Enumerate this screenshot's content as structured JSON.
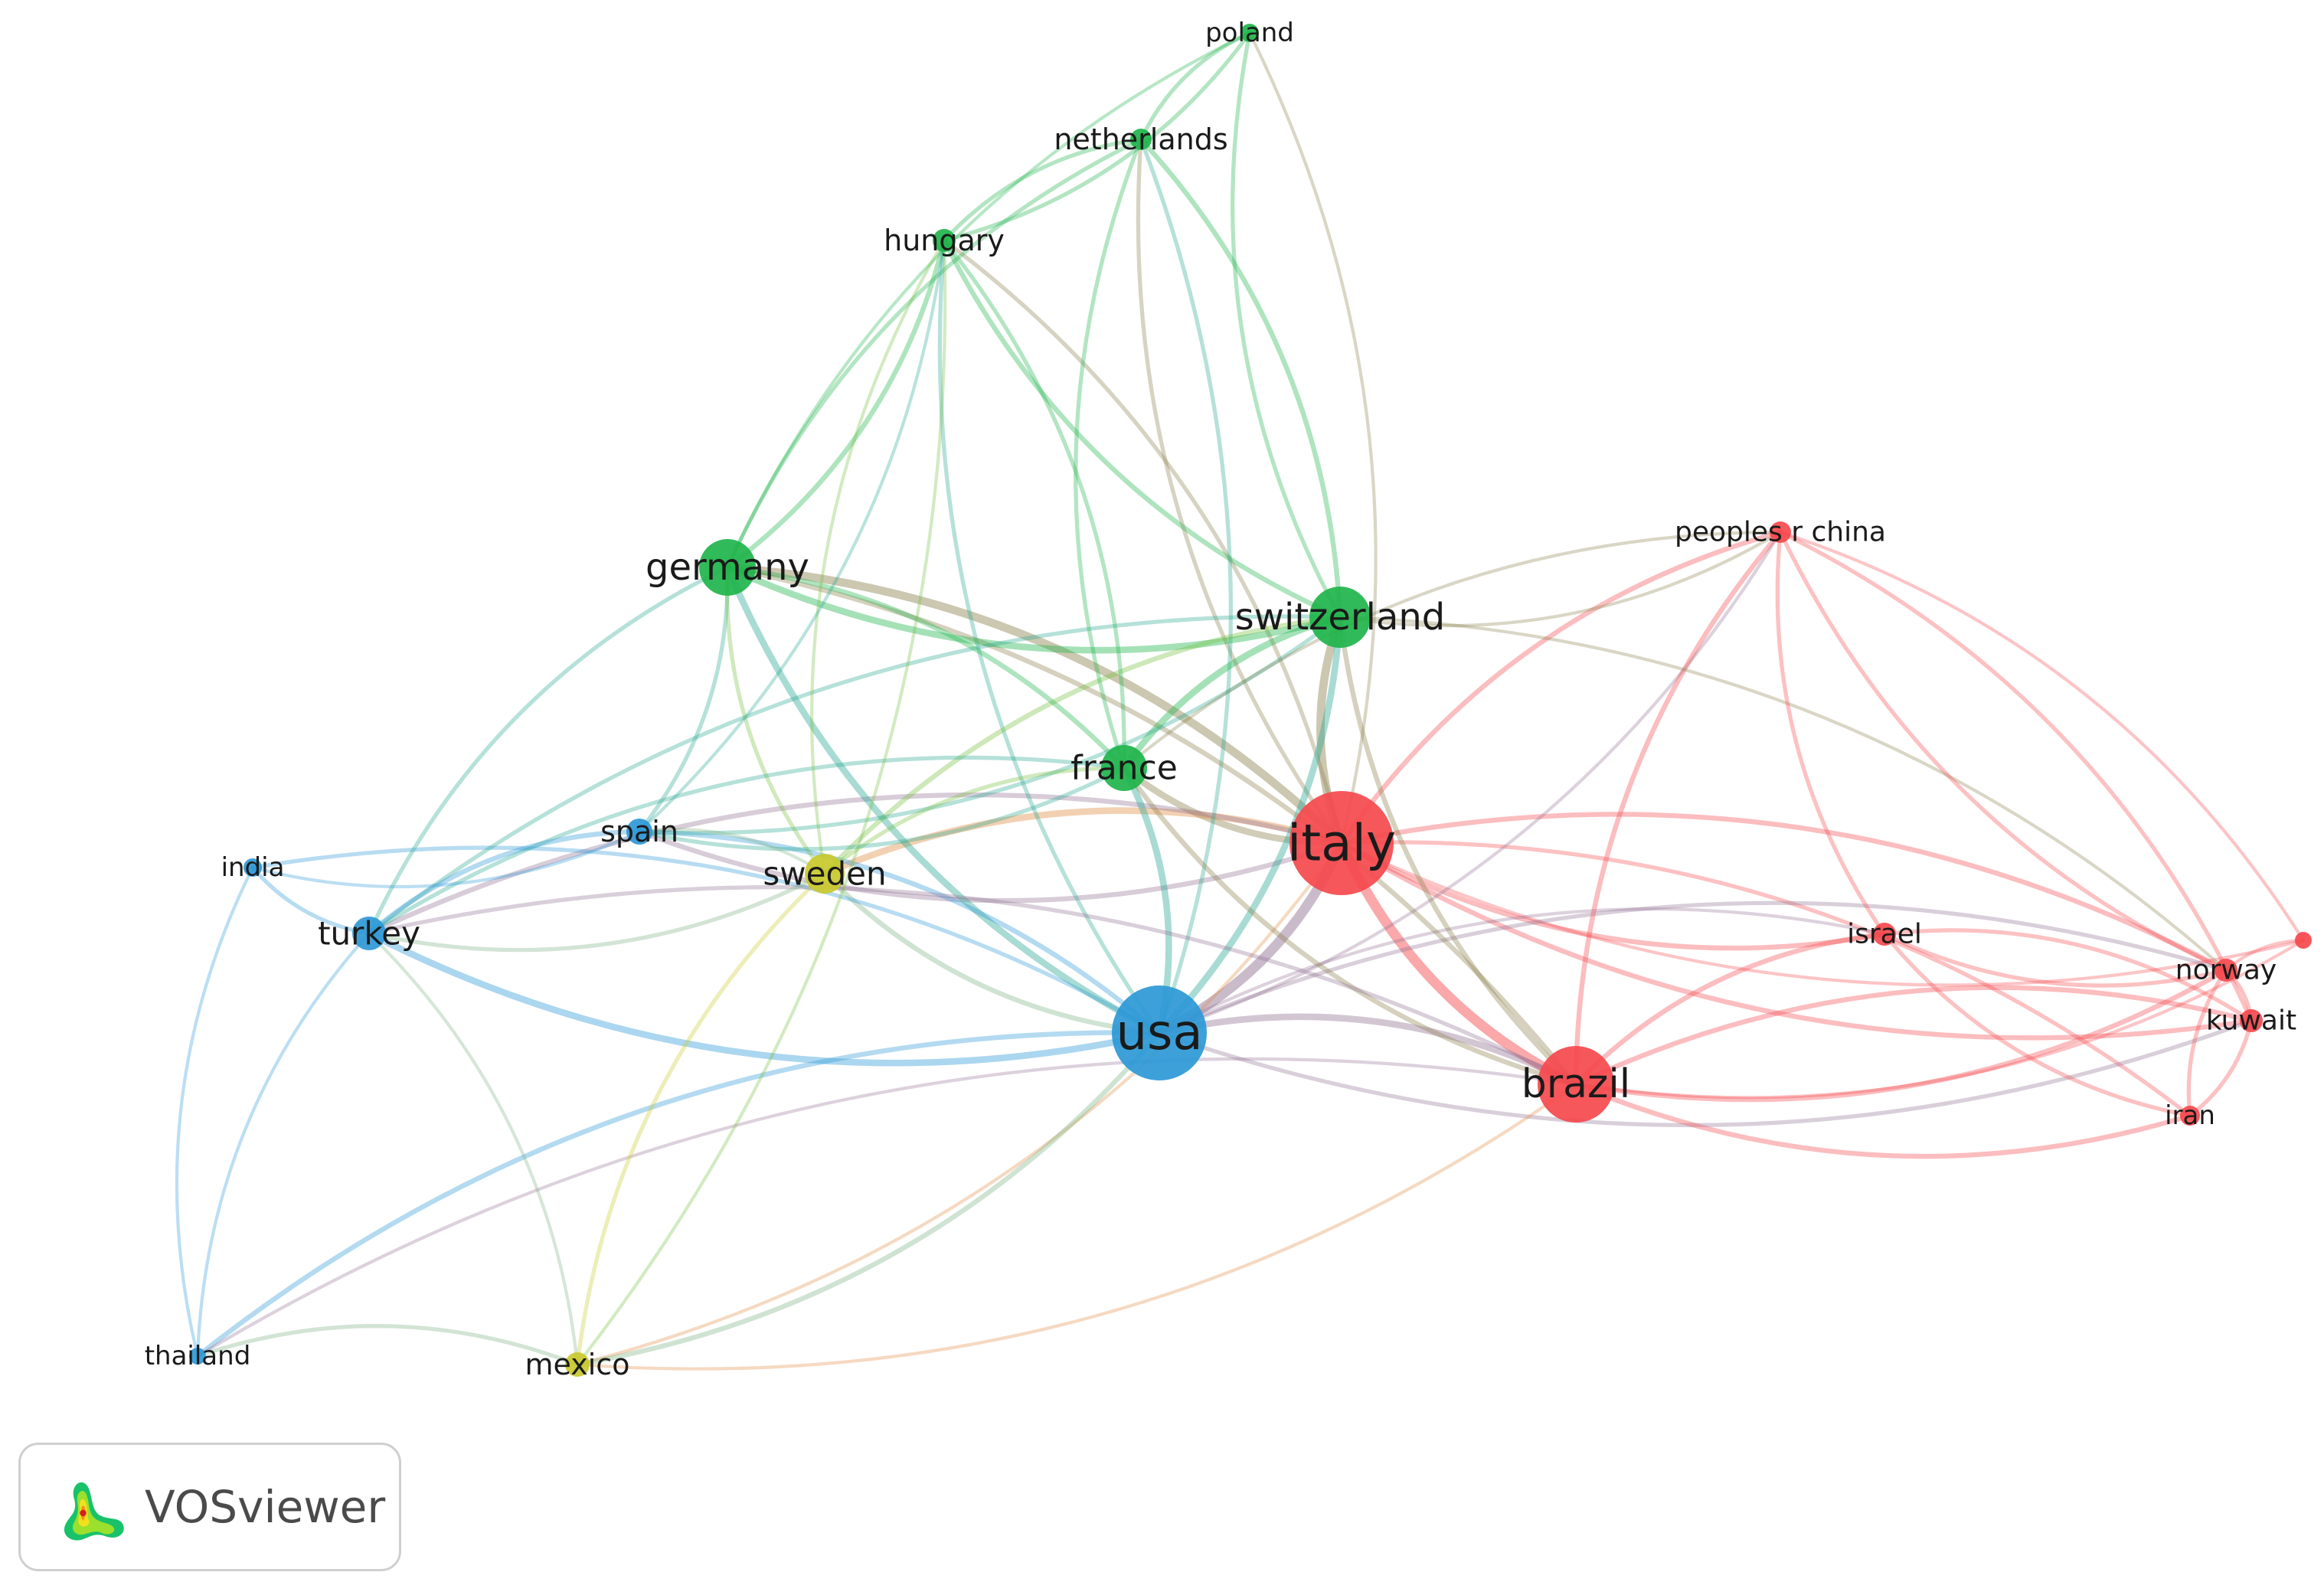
{
  "palette": {
    "red": "#f5494d",
    "green": "#1fb44b",
    "blue": "#2d98d6",
    "yellow": "#c9c92e"
  },
  "nodes": [
    {
      "id": "italy",
      "label": "italy",
      "cluster": "red",
      "weight": 10
    },
    {
      "id": "usa",
      "label": "usa",
      "cluster": "blue",
      "weight": 8
    },
    {
      "id": "brazil",
      "label": "brazil",
      "cluster": "red",
      "weight": 6
    },
    {
      "id": "switzerland",
      "label": "switzerland",
      "cluster": "green",
      "weight": 5
    },
    {
      "id": "germany",
      "label": "germany",
      "cluster": "green",
      "weight": 5
    },
    {
      "id": "france",
      "label": "france",
      "cluster": "green",
      "weight": 4
    },
    {
      "id": "sweden",
      "label": "sweden",
      "cluster": "yellow",
      "weight": 3.5
    },
    {
      "id": "spain",
      "label": "spain",
      "cluster": "blue",
      "weight": 3
    },
    {
      "id": "turkey",
      "label": "turkey",
      "cluster": "blue",
      "weight": 3.5
    },
    {
      "id": "india",
      "label": "india",
      "cluster": "blue",
      "weight": 2
    },
    {
      "id": "thailand",
      "label": "thailand",
      "cluster": "blue",
      "weight": 2
    },
    {
      "id": "mexico",
      "label": "mexico",
      "cluster": "yellow",
      "weight": 2.5
    },
    {
      "id": "hungary",
      "label": "hungary",
      "cluster": "green",
      "weight": 2.5
    },
    {
      "id": "netherlands",
      "label": "netherlands",
      "cluster": "green",
      "weight": 2.5
    },
    {
      "id": "poland",
      "label": "poland",
      "cluster": "green",
      "weight": 2
    },
    {
      "id": "peoples-r-china",
      "label": "peoples r china",
      "cluster": "red",
      "weight": 2.5
    },
    {
      "id": "israel",
      "label": "israel",
      "cluster": "red",
      "weight": 2.5
    },
    {
      "id": "norway",
      "label": "norway",
      "cluster": "red",
      "weight": 2.5
    },
    {
      "id": "kuwait",
      "label": "kuwait",
      "cluster": "red",
      "weight": 2.5
    },
    {
      "id": "iran",
      "label": "iran",
      "cluster": "red",
      "weight": 2
    },
    {
      "id": "unlabeled",
      "label": "",
      "cluster": "red",
      "weight": 2
    }
  ],
  "edges": [
    [
      "italy",
      "usa",
      5
    ],
    [
      "italy",
      "brazil",
      5
    ],
    [
      "italy",
      "switzerland",
      4
    ],
    [
      "italy",
      "germany",
      4
    ],
    [
      "italy",
      "france",
      3
    ],
    [
      "italy",
      "sweden",
      3
    ],
    [
      "italy",
      "spain",
      2
    ],
    [
      "italy",
      "turkey",
      2
    ],
    [
      "italy",
      "peoples-r-china",
      2
    ],
    [
      "italy",
      "israel",
      2
    ],
    [
      "italy",
      "norway",
      2
    ],
    [
      "italy",
      "kuwait",
      2
    ],
    [
      "italy",
      "iran",
      1.5
    ],
    [
      "italy",
      "hungary",
      1.5
    ],
    [
      "italy",
      "netherlands",
      1.5
    ],
    [
      "italy",
      "poland",
      1
    ],
    [
      "italy",
      "mexico",
      1
    ],
    [
      "italy",
      "unlabeled",
      1
    ],
    [
      "usa",
      "brazil",
      3
    ],
    [
      "usa",
      "switzerland",
      3
    ],
    [
      "usa",
      "germany",
      3
    ],
    [
      "usa",
      "france",
      3
    ],
    [
      "usa",
      "turkey",
      3
    ],
    [
      "usa",
      "spain",
      2
    ],
    [
      "usa",
      "sweden",
      2
    ],
    [
      "usa",
      "thailand",
      2
    ],
    [
      "usa",
      "mexico",
      2
    ],
    [
      "usa",
      "india",
      1.5
    ],
    [
      "usa",
      "hungary",
      1.5
    ],
    [
      "usa",
      "netherlands",
      1.5
    ],
    [
      "usa",
      "norway",
      1.5
    ],
    [
      "usa",
      "kuwait",
      1.5
    ],
    [
      "usa",
      "israel",
      1
    ],
    [
      "usa",
      "peoples-r-china",
      1
    ],
    [
      "brazil",
      "switzerland",
      2
    ],
    [
      "brazil",
      "germany",
      2
    ],
    [
      "brazil",
      "france",
      2
    ],
    [
      "brazil",
      "turkey",
      1.5
    ],
    [
      "brazil",
      "israel",
      2
    ],
    [
      "brazil",
      "norway",
      2
    ],
    [
      "brazil",
      "kuwait",
      2
    ],
    [
      "brazil",
      "iran",
      2
    ],
    [
      "brazil",
      "peoples-r-china",
      2
    ],
    [
      "brazil",
      "unlabeled",
      1
    ],
    [
      "brazil",
      "mexico",
      1
    ],
    [
      "brazil",
      "thailand",
      1
    ],
    [
      "switzerland",
      "germany",
      3
    ],
    [
      "switzerland",
      "france",
      3
    ],
    [
      "switzerland",
      "hungary",
      2
    ],
    [
      "switzerland",
      "netherlands",
      2
    ],
    [
      "switzerland",
      "poland",
      1.5
    ],
    [
      "switzerland",
      "sweden",
      2
    ],
    [
      "switzerland",
      "spain",
      1.5
    ],
    [
      "switzerland",
      "turkey",
      1.5
    ],
    [
      "switzerland",
      "norway",
      1
    ],
    [
      "switzerland",
      "peoples-r-china",
      1
    ],
    [
      "germany",
      "france",
      2
    ],
    [
      "germany",
      "hungary",
      2
    ],
    [
      "germany",
      "netherlands",
      1.5
    ],
    [
      "germany",
      "turkey",
      1.5
    ],
    [
      "germany",
      "spain",
      1.5
    ],
    [
      "germany",
      "sweden",
      1.5
    ],
    [
      "germany",
      "poland",
      1
    ],
    [
      "france",
      "hungary",
      1.5
    ],
    [
      "france",
      "netherlands",
      1.5
    ],
    [
      "france",
      "sweden",
      1.5
    ],
    [
      "france",
      "spain",
      1.5
    ],
    [
      "france",
      "turkey",
      1.5
    ],
    [
      "france",
      "peoples-r-china",
      1
    ],
    [
      "sweden",
      "mexico",
      1.5
    ],
    [
      "sweden",
      "turkey",
      1.5
    ],
    [
      "sweden",
      "spain",
      1
    ],
    [
      "sweden",
      "hungary",
      1
    ],
    [
      "spain",
      "turkey",
      2
    ],
    [
      "spain",
      "india",
      1
    ],
    [
      "spain",
      "hungary",
      1
    ],
    [
      "turkey",
      "india",
      1.5
    ],
    [
      "turkey",
      "thailand",
      1
    ],
    [
      "turkey",
      "mexico",
      1
    ],
    [
      "india",
      "thailand",
      1
    ],
    [
      "thailand",
      "mexico",
      1.5
    ],
    [
      "mexico",
      "hungary",
      1
    ],
    [
      "hungary",
      "netherlands",
      1.5
    ],
    [
      "hungary",
      "poland",
      1.5
    ],
    [
      "netherlands",
      "poland",
      1.5
    ],
    [
      "peoples-r-china",
      "norway",
      1.5
    ],
    [
      "peoples-r-china",
      "kuwait",
      1.5
    ],
    [
      "peoples-r-china",
      "israel",
      1.5
    ],
    [
      "peoples-r-china",
      "unlabeled",
      1
    ],
    [
      "israel",
      "norway",
      1.5
    ],
    [
      "israel",
      "kuwait",
      1.5
    ],
    [
      "israel",
      "iran",
      1.5
    ],
    [
      "norway",
      "kuwait",
      1.5
    ],
    [
      "norway",
      "iran",
      1.5
    ],
    [
      "kuwait",
      "iran",
      1.5
    ],
    [
      "unlabeled",
      "norway",
      1
    ]
  ],
  "brand": {
    "name": "VOSviewer",
    "logo_icon": "vosviewer-heatmap-logo-icon"
  }
}
